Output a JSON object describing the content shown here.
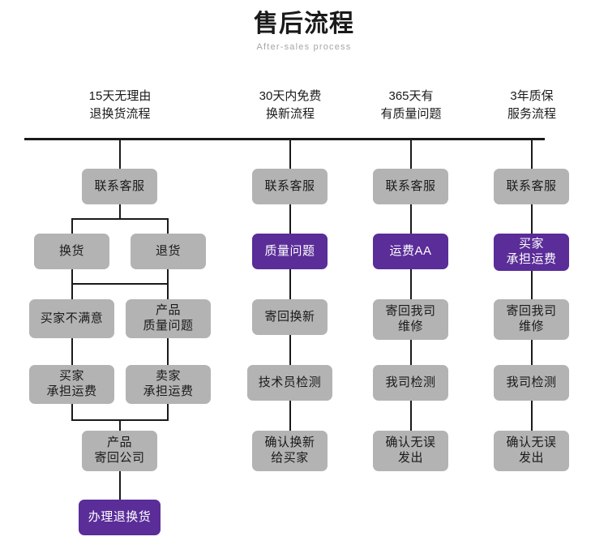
{
  "page": {
    "title": "售后流程",
    "subtitle": "After-sales process",
    "colors": {
      "node_default": "#b3b3b3",
      "node_accent": "#5a2d98",
      "line": "#1a1a1a",
      "text_default": "#1a1a1a",
      "text_accent": "#ffffff",
      "subtitle": "#a6a6a6",
      "background": "#ffffff"
    }
  },
  "chart_data": {
    "type": "diagram",
    "title": "售后流程",
    "subtitle": "After-sales process",
    "layout": "four parallel vertical flows joined by a top horizontal rule",
    "columns": [
      {
        "header": "15天无理由\n退换货流程",
        "nodes": [
          "联系客服",
          "换货",
          "退货",
          "买家不满意",
          "产品\n质量问题",
          "买家\n承担运费",
          "卖家\n承担运费",
          "产品\n寄回公司",
          "办理退换货"
        ],
        "accent_nodes": [
          "办理退换货"
        ]
      },
      {
        "header": "30天内免费\n换新流程",
        "nodes": [
          "联系客服",
          "质量问题",
          "寄回换新",
          "技术员检测",
          "确认换新\n给买家"
        ],
        "accent_nodes": [
          "质量问题"
        ]
      },
      {
        "header": "365天有\n有质量问题",
        "nodes": [
          "联系客服",
          "运费AA",
          "寄回我司\n维修",
          "我司检测",
          "确认无误\n发出"
        ],
        "accent_nodes": [
          "运费AA"
        ]
      },
      {
        "header": "3年质保\n服务流程",
        "nodes": [
          "联系客服",
          "买家\n承担运费",
          "寄回我司\n维修",
          "我司检测",
          "确认无误\n发出"
        ],
        "accent_nodes": [
          "买家承担运费"
        ]
      }
    ]
  },
  "headers": {
    "col1": "15天无理由\n退换货流程",
    "col2": "30天内免费\n换新流程",
    "col3": "365天有\n有质量问题",
    "col4": "3年质保\n服务流程"
  },
  "col1": {
    "n1": "联系客服",
    "n2": "换货",
    "n3": "退货",
    "n4": "买家不满意",
    "n5": "产品\n质量问题",
    "n6": "买家\n承担运费",
    "n7": "卖家\n承担运费",
    "n8": "产品\n寄回公司",
    "n9": "办理退换货"
  },
  "col2": {
    "n1": "联系客服",
    "n2": "质量问题",
    "n3": "寄回换新",
    "n4": "技术员检测",
    "n5": "确认换新\n给买家"
  },
  "col3": {
    "n1": "联系客服",
    "n2": "运费AA",
    "n3": "寄回我司\n维修",
    "n4": "我司检测",
    "n5": "确认无误\n发出"
  },
  "col4": {
    "n1": "联系客服",
    "n2": "买家\n承担运费",
    "n3": "寄回我司\n维修",
    "n4": "我司检测",
    "n5": "确认无误\n发出"
  }
}
